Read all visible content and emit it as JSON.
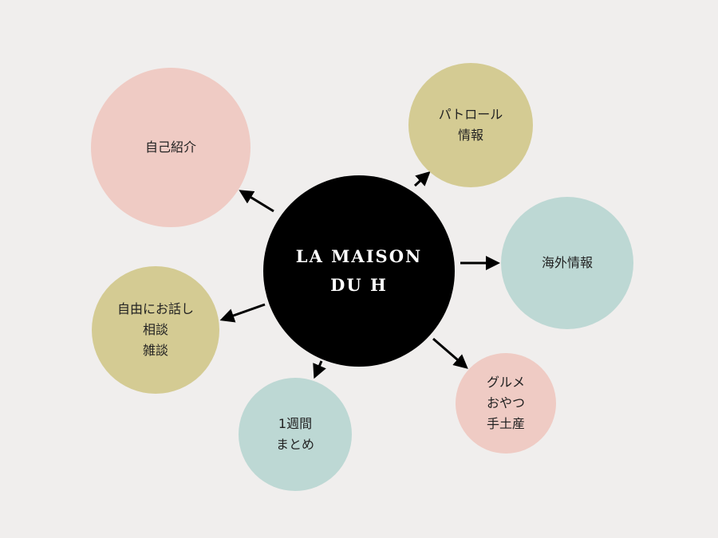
{
  "center": {
    "line1": "LA MAISON",
    "line2": "DU H"
  },
  "nodes": {
    "self_intro": {
      "lines": [
        "自己紹介"
      ]
    },
    "patrol": {
      "lines": [
        "パトロール",
        "情報"
      ]
    },
    "overseas": {
      "lines": [
        "海外情報"
      ]
    },
    "free_talk": {
      "lines": [
        "自由にお話し",
        "相談",
        "雑談"
      ]
    },
    "weekly": {
      "lines": [
        "1週間",
        "まとめ"
      ]
    },
    "gourmet": {
      "lines": [
        "グルメ",
        "おやつ",
        "手土産"
      ]
    }
  },
  "colors": {
    "background": "#f0eeed",
    "pink": "#efcbc4",
    "olive": "#d4cb93",
    "teal": "#bdd8d4",
    "center": "#000000"
  }
}
